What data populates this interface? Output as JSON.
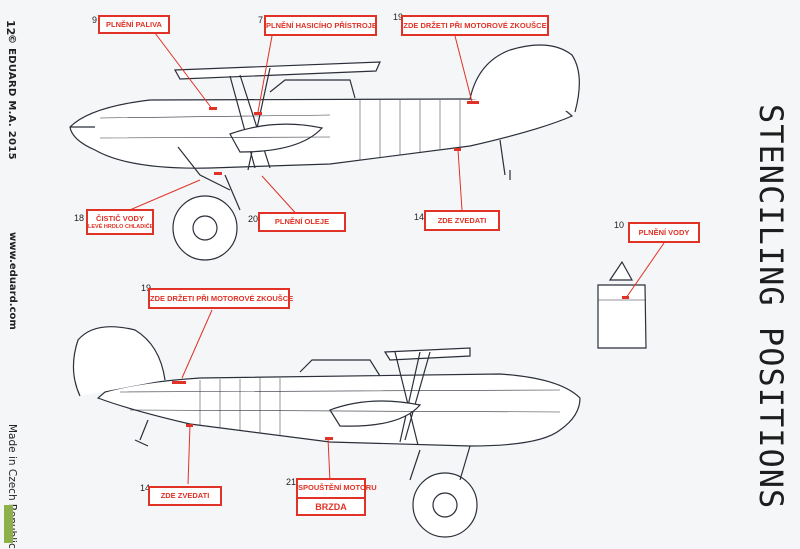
{
  "page": {
    "number": "12",
    "copyright": "© EDUARD M.A. 2015",
    "website": "www.eduard.com",
    "made_in": "Made in Czech Republic",
    "heading": "STENCILING POSITIONS"
  },
  "callouts": [
    {
      "num": "9",
      "text": "PLNĚNÍ PALIVA"
    },
    {
      "num": "7",
      "text": "PLNĚNÍ HASICÍHO PŘÍSTROJE"
    },
    {
      "num": "19",
      "text": "ZDE DRŽETI PŘI MOTOROVÉ ZKOUŠCE"
    },
    {
      "num": "18",
      "text": "ČISTIČ VODY",
      "sub": "LEVÉ HRDLO CHLADIČE"
    },
    {
      "num": "20",
      "text": "PLNĚNÍ OLEJE"
    },
    {
      "num": "14",
      "text": "ZDE ZVEDATI"
    },
    {
      "num": "10",
      "text": "PLNĚNÍ VODY"
    },
    {
      "num": "19",
      "text": "ZDE DRŽETI PŘI MOTOROVÉ ZKOUŠCE"
    },
    {
      "num": "14",
      "text": "ZDE ZVEDATI"
    },
    {
      "num": "21",
      "text": "SPOUŠTĚNÍ MOTORU",
      "sub2": "BRZDA"
    }
  ],
  "colors": {
    "accent": "#e03226",
    "line": "#2b2f3a",
    "logo": "#8db04a"
  }
}
